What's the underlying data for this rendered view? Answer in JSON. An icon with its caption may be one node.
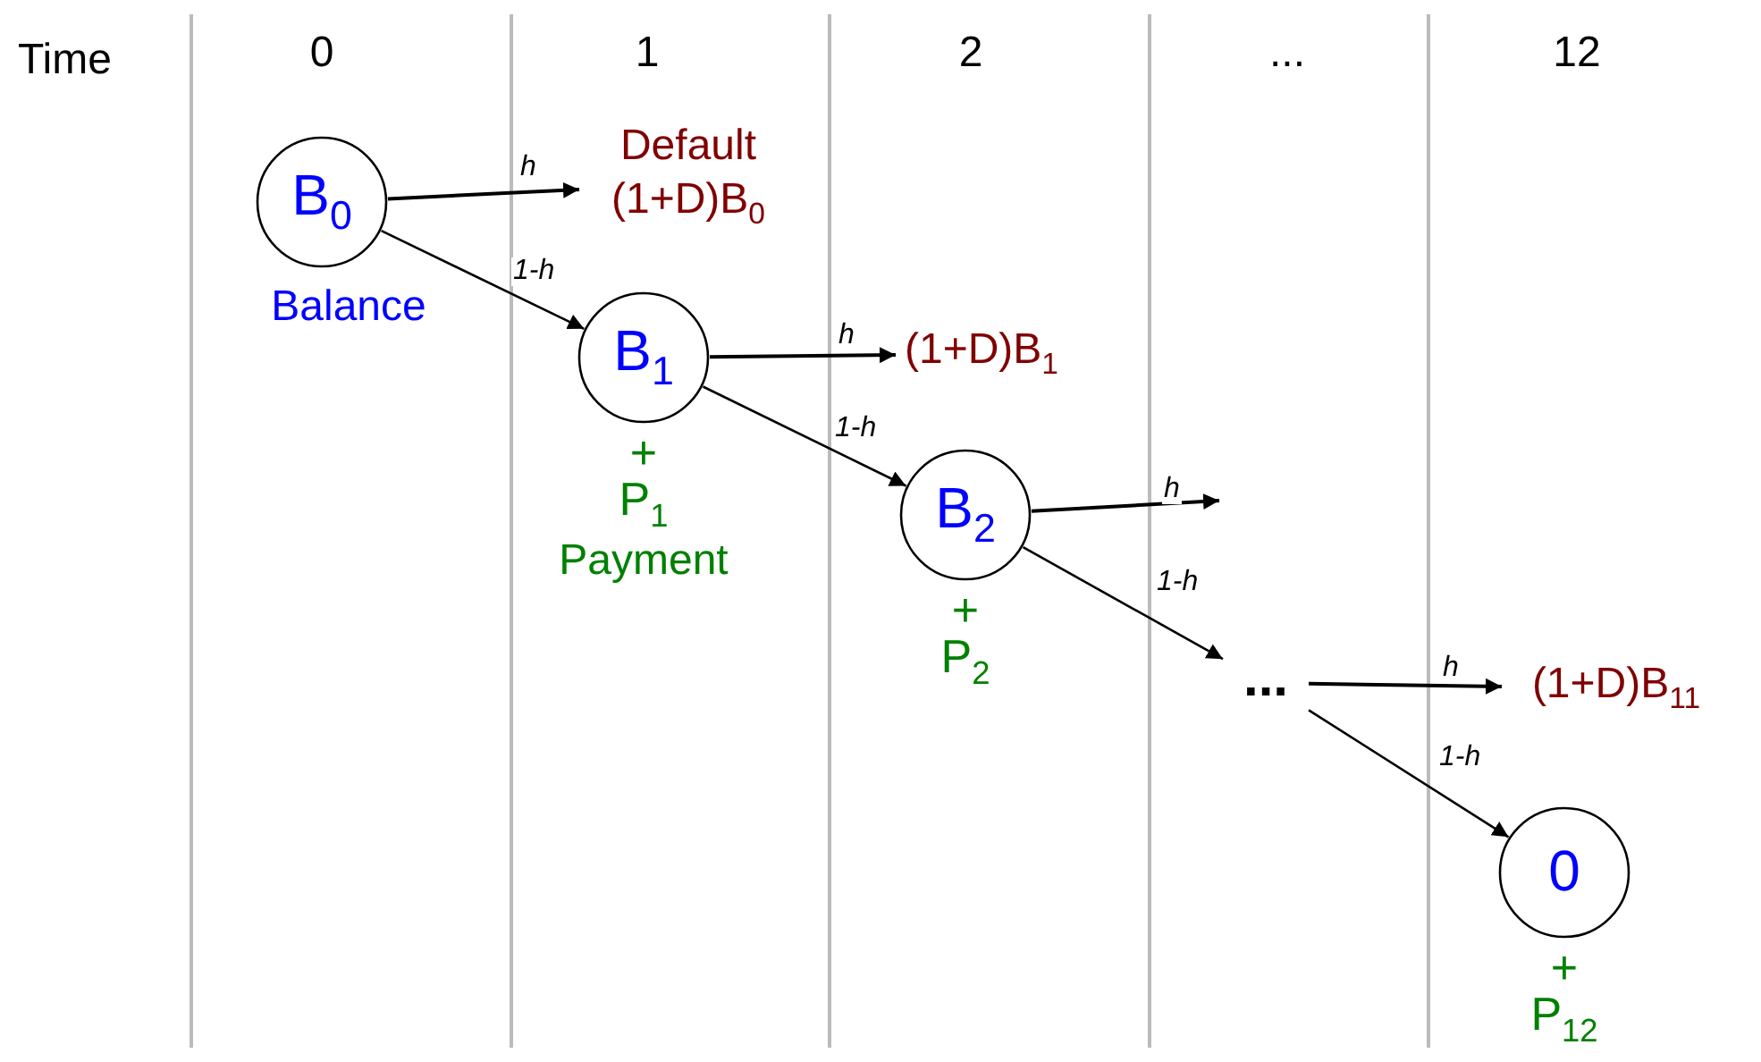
{
  "diagram": {
    "nodes": [
      {
        "text": [
          "B$_{0}$"
        ],
        "beside": [
          "Balance"
        ]
      },
      {
        "text": [
          "Default",
          "(1+D)B$_{0}$"
        ]
      },
      {
        "text": [
          "B$_{1}$"
        ],
        "beside": [
          "+ P$_{1}$",
          "Payment"
        ]
      },
      {
        "text": [
          "(1+D)B$_{1}$"
        ]
      },
      {
        "text": [
          "B$_{2}$"
        ],
        "beside": [
          "+ P$_{2}$"
        ]
      },
      {
        "text": [
          "..."
        ]
      },
      {
        "text": [
          "(1+D)B$_{11}$"
        ]
      },
      {
        "text": [
          "0"
        ],
        "beside": [
          "+ P$_{12}$"
        ]
      }
    ],
    "edges": [
      {
        "from": 0,
        "to": 1,
        "arrow": "to",
        "label": "h"
      },
      {
        "from": 0,
        "to": 2,
        "arrow": "to",
        "label": "1-h"
      },
      {
        "from": 2,
        "to": 3,
        "arrow": "to",
        "label": "h"
      },
      {
        "from": 2,
        "to": 4,
        "arrow": "to",
        "label": "1-h"
      },
      {
        "from": 4,
        "to": null,
        "arrow": "to",
        "label": "h"
      },
      {
        "from": 4,
        "to": 5,
        "arrow": "to",
        "label": "1-h"
      },
      {
        "from": 5,
        "to": 6,
        "arrow": "to",
        "label": "h"
      },
      {
        "from": 5,
        "to": 7,
        "arrow": "to",
        "label": "1-h"
      }
    ],
    "labels": [
      "Time",
      "0",
      "1",
      "2",
      "...",
      "12"
    ]
  }
}
